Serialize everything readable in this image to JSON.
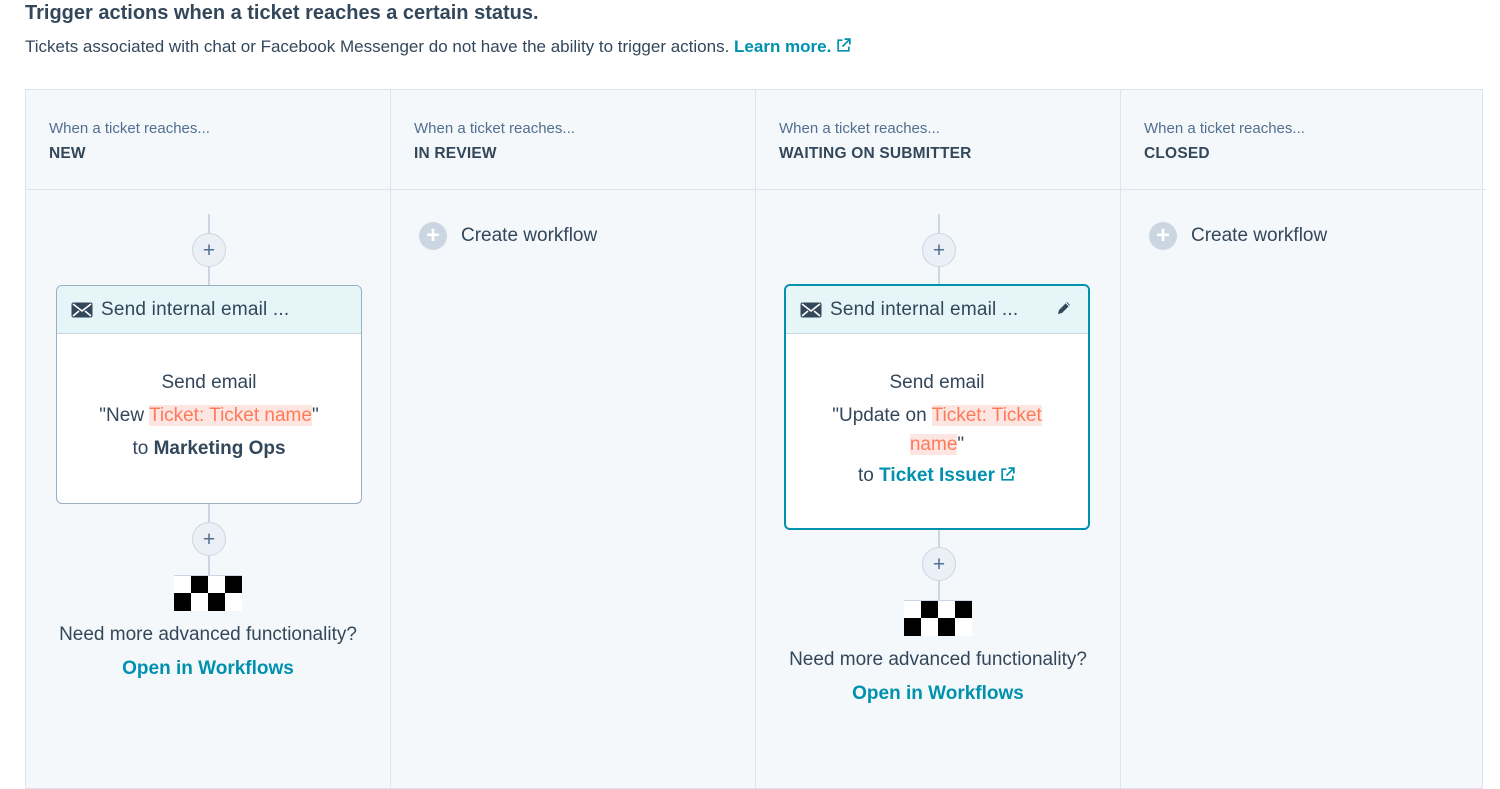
{
  "header": {
    "title": "Trigger actions when a ticket reaches a certain status.",
    "description": "Tickets associated with chat or Facebook Messenger do not have the ability to trigger actions.",
    "learn_more": "Learn more."
  },
  "colors": {
    "accent": "#0091ae",
    "token_text": "#ff7a59",
    "token_bg": "#fde6e1",
    "board_bg": "#f5f8fa"
  },
  "columns": [
    {
      "kicker": "When a ticket reaches...",
      "status": "NEW",
      "action": {
        "icon": "envelope-icon",
        "title": "Send internal email ...",
        "line1": "Send email",
        "quote_open": "\"New ",
        "token": "Ticket: Ticket name",
        "quote_close": "\"",
        "to_prefix": "to",
        "recipient": "Marketing Ops"
      },
      "plus": "+",
      "need_more": "Need more advanced functionality?",
      "open_link": "Open in Workflows"
    },
    {
      "kicker": "When a ticket reaches...",
      "status": "IN REVIEW",
      "create": "Create workflow"
    },
    {
      "kicker": "When a ticket reaches...",
      "status": "WAITING ON SUBMITTER",
      "action": {
        "icon": "envelope-icon",
        "title": "Send internal email ...",
        "line1": "Send email",
        "quote_open": "\"Update on ",
        "token_a": "Ticket: Ticket",
        "token_b": "name",
        "quote_close": "\"",
        "to_prefix": "to",
        "recipient": "Ticket Issuer"
      },
      "plus": "+",
      "need_more": "Need more advanced functionality?",
      "open_link": "Open in Workflows"
    },
    {
      "kicker": "When a ticket reaches...",
      "status": "CLOSED",
      "create": "Create workflow"
    }
  ]
}
